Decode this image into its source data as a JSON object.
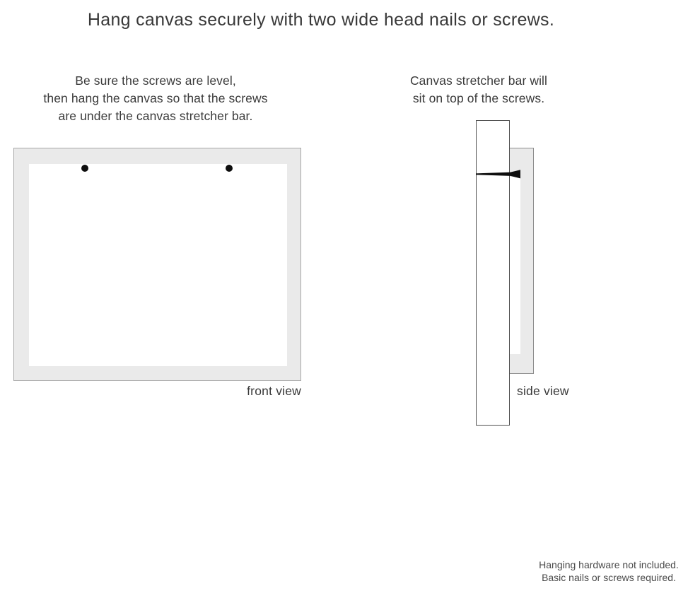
{
  "title": "Hang canvas securely with two wide head nails or screws.",
  "instructions": {
    "left": {
      "line1": "Be sure the screws are level,",
      "line2": "then hang the canvas so that the screws",
      "line3": "are under the canvas stretcher bar."
    },
    "right": {
      "line1": "Canvas stretcher bar will",
      "line2": "sit on top of the screws."
    }
  },
  "front_view": {
    "label": "front view"
  },
  "side_view": {
    "label": "side view"
  },
  "footnote": {
    "line1": "Hanging hardware not included.",
    "line2": "Basic nails or screws required."
  },
  "colors": {
    "canvas_fill": "#eaeaea",
    "canvas_border": "#a6a6a6",
    "wall_border": "#4f4f4f",
    "nail": "#0d0d0d",
    "text": "#3b3b3b"
  }
}
